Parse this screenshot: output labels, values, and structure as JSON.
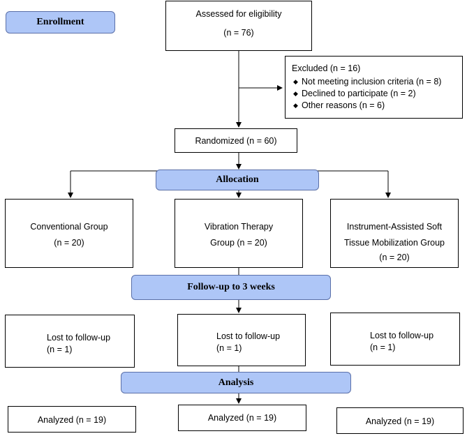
{
  "stages": {
    "enrollment": "Enrollment",
    "allocation": "Allocation",
    "followup": "Follow-up to 3 weeks",
    "analysis": "Analysis"
  },
  "assessed": {
    "label": "Assessed for eligibility",
    "n": "(n = 76)"
  },
  "excluded": {
    "title": "Excluded (n = 16)",
    "reasons": [
      "Not meeting inclusion criteria (n = 8)",
      "Declined to participate (n = 2)",
      "Other reasons (n = 6)"
    ]
  },
  "randomized": "Randomized (n = 60)",
  "groups": [
    {
      "lines": [
        "Conventional Group",
        "(n = 20)"
      ]
    },
    {
      "lines": [
        "Vibration Therapy",
        "Group (n = 20)"
      ]
    },
    {
      "lines": [
        "Instrument-Assisted Soft",
        "Tissue Mobilization Group",
        "(n = 20)"
      ]
    }
  ],
  "lost": [
    {
      "label": "Lost to follow-up",
      "n": "(n = 1)"
    },
    {
      "label": "Lost to follow-up",
      "n": "(n = 1)"
    },
    {
      "label": "Lost to follow-up",
      "n": "(n = 1)"
    }
  ],
  "analyzed": [
    "Analyzed (n = 19)",
    "Analyzed (n = 19)",
    "Analyzed (n = 19)"
  ]
}
